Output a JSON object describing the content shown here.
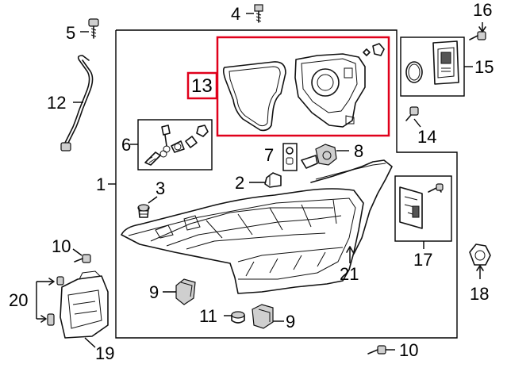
{
  "diagram": {
    "labels": {
      "l1": "1",
      "l2": "2",
      "l3": "3",
      "l4": "4",
      "l5": "5",
      "l6": "6",
      "l7": "7",
      "l8": "8",
      "l9a": "9",
      "l9b": "9",
      "l10a": "10",
      "l10b": "10",
      "l11": "11",
      "l12": "12",
      "l13": "13",
      "l14": "14",
      "l15": "15",
      "l16": "16",
      "l17": "17",
      "l18": "18",
      "l19": "19",
      "l20": "20",
      "l21": "21"
    },
    "highlight_color": "#e0001b"
  }
}
